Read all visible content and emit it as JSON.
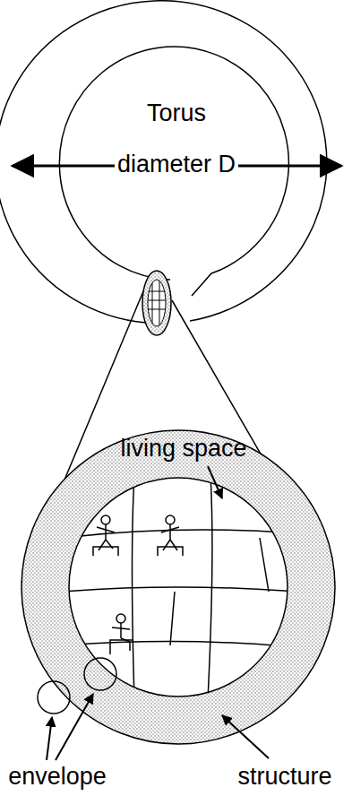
{
  "diagram": {
    "labels": [
      "Torus",
      "diameter D",
      "living space",
      "envelope",
      "structure"
    ]
  }
}
